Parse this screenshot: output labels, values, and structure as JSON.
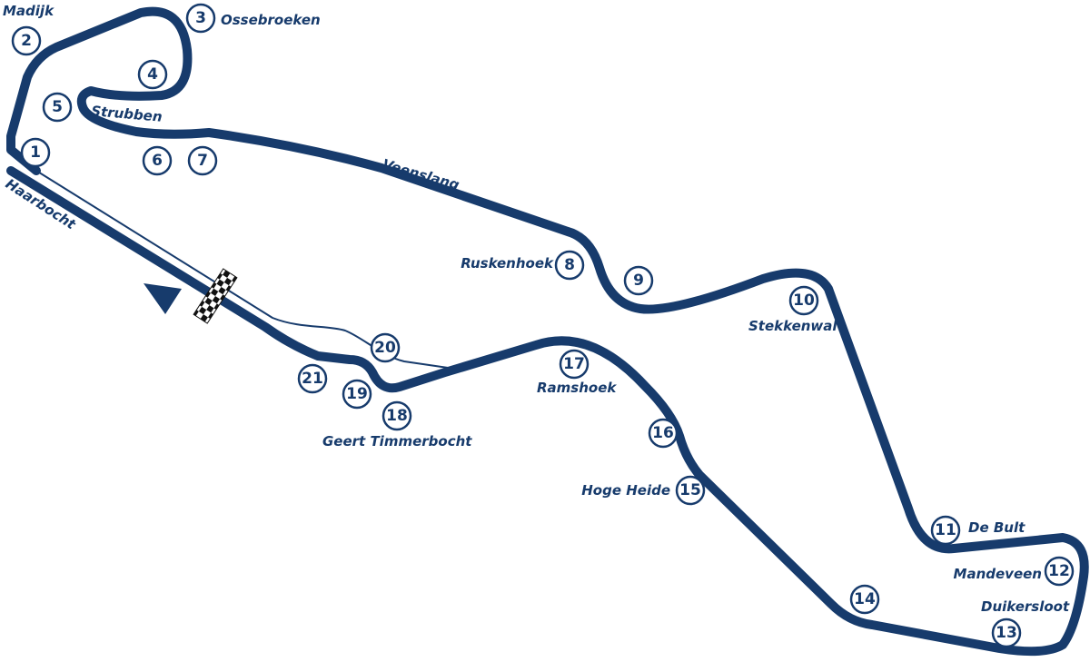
{
  "corners": [
    {
      "number": "1"
    },
    {
      "number": "2",
      "name": "Madijk"
    },
    {
      "number": "3",
      "name": "Ossebroeken"
    },
    {
      "number": "4"
    },
    {
      "number": "5"
    },
    {
      "number": "6"
    },
    {
      "number": "7"
    },
    {
      "number": "8",
      "name": "Ruskenhoek"
    },
    {
      "number": "9"
    },
    {
      "number": "10",
      "name": "Stekkenwal"
    },
    {
      "number": "11",
      "name": "De Bult"
    },
    {
      "number": "12",
      "name": "Mandeveen"
    },
    {
      "number": "13",
      "name": "Duikersloot"
    },
    {
      "number": "14"
    },
    {
      "number": "15",
      "name": "Hoge Heide"
    },
    {
      "number": "16"
    },
    {
      "number": "17",
      "name": "Ramshoek"
    },
    {
      "number": "18",
      "name": "Geert Timmerbocht"
    },
    {
      "number": "19"
    },
    {
      "number": "20"
    },
    {
      "number": "21"
    }
  ],
  "section_names": {
    "haarbocht": "Haarbocht",
    "strubben": "Strubben",
    "veenslang": "Veenslang"
  },
  "colors": {
    "track": "#173b6c",
    "background": "#ffffff"
  },
  "icons": {
    "start_finish": "checkered-flag-icon",
    "direction": "direction-arrow-icon"
  }
}
